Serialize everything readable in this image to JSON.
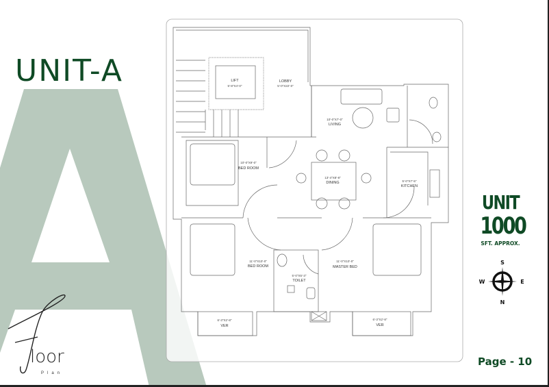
{
  "title": "UNIT-A",
  "unit_badge": {
    "line1": "UNIT",
    "line2": "1000",
    "line3": "SFT. APPROX."
  },
  "page_label": "Page - 10",
  "logo": {
    "letter": "f",
    "text": "loor",
    "sub": "Plan"
  },
  "compass": {
    "s": "S",
    "n": "N",
    "e": "E",
    "w": "W"
  },
  "rooms": {
    "lift": {
      "name": "LIFT",
      "dim": "5'-8\"X4'-0\""
    },
    "lobby": {
      "name": "LOBBY",
      "dim": "5'-0\"X22'-0\""
    },
    "living": {
      "name": "LIVING",
      "dim": "10'-0\"X7'-0\""
    },
    "bedroom1": {
      "name": "BED ROOM",
      "dim": "10'-0\"X9'-0\""
    },
    "dining": {
      "name": "DINING",
      "dim": "13'-4\"X8'-8\""
    },
    "kitchen": {
      "name": "KITCHEN",
      "dim": "5'-0\"X7'-5\""
    },
    "bedroom2": {
      "name": "BED ROOM",
      "dim": "11'-0\"X10'-0\""
    },
    "toilet": {
      "name": "TOILET",
      "dim": "5'-0\"X5'-3\""
    },
    "master": {
      "name": "MASTER BED",
      "dim": "11'-0\"X10'-0\""
    },
    "ver1": {
      "name": "VER",
      "dim": "6'-3\"X2'-8\""
    },
    "ver2": {
      "name": "VER",
      "dim": "6'-3\"X2'-8\""
    }
  },
  "colors": {
    "brand": "#0f4a25",
    "sage": "#b8c9bd"
  }
}
